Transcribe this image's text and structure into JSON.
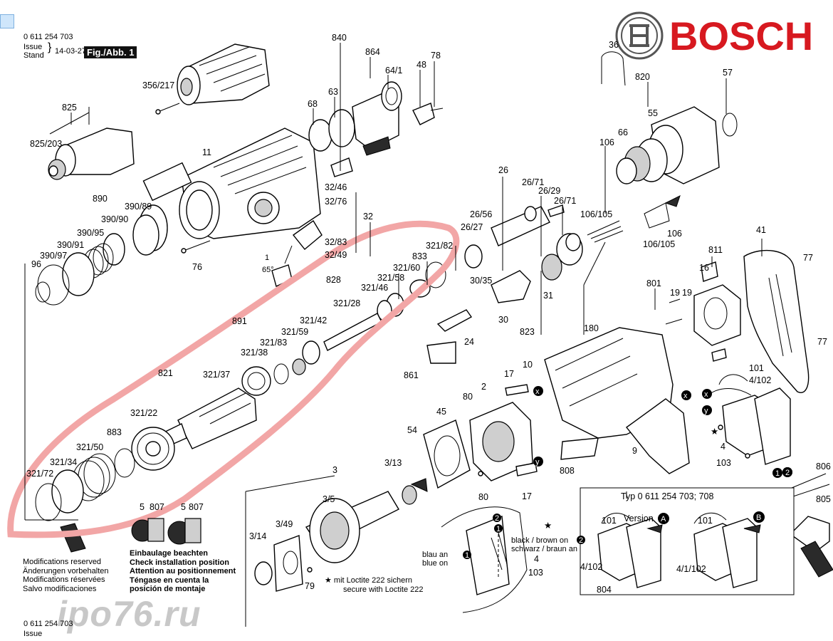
{
  "header": {
    "part_number": "0 611 254 703",
    "issue_label_1": "Issue",
    "issue_label_2": "Stand",
    "issue_date": "14-03-27",
    "figure_label": "Fig./Abb. 1",
    "footer_part_number": "0 611 254 703",
    "footer_issue": "Issue"
  },
  "brand": {
    "name": "BOSCH",
    "color": "#d71920"
  },
  "watermark": "ipo76.ru",
  "highlight_color": "#f2a6a6",
  "part_labels": {
    "p840": "840",
    "p864": "864",
    "p64_1": "64/1",
    "p48": "48",
    "p78": "78",
    "p356_217": "356/217",
    "p68": "68",
    "p63": "63",
    "p825": "825",
    "p825_203": "825/203",
    "p11": "11",
    "p890": "890",
    "p390_89": "390/89",
    "p390_90": "390/90",
    "p390_95": "390/95",
    "p390_91": "390/91",
    "p390_97": "390/97",
    "p96": "96",
    "p32_46": "32/46",
    "p32_76": "32/76",
    "p32": "32",
    "p32_83": "32/83",
    "p32_49": "32/49",
    "p76": "76",
    "p65deg": "65°",
    "p1": "1",
    "p828": "828",
    "p321_82": "321/82",
    "p833": "833",
    "p321_60": "321/60",
    "p321_58": "321/58",
    "p321_46": "321/46",
    "p321_28": "321/28",
    "p321_42": "321/42",
    "p891": "891",
    "p321_59": "321/59",
    "p321_83": "321/83",
    "p321_38": "321/38",
    "p821": "821",
    "p321_37": "321/37",
    "p321_22": "321/22",
    "p883": "883",
    "p321_50": "321/50",
    "p321_34": "321/34",
    "p321_72": "321/72",
    "p5a": "5",
    "p807a": "807",
    "p5b": "5",
    "p807b": "807",
    "p26": "26",
    "p26_71a": "26/71",
    "p26_29": "26/29",
    "p26_71b": "26/71",
    "p26_56": "26/56",
    "p26_27": "26/27",
    "p30_35": "30/35",
    "p30": "30",
    "p31": "31",
    "p823": "823",
    "p24": "24",
    "p861": "861",
    "p3": "3",
    "p3_13": "3/13",
    "p54": "54",
    "p3_5": "3/5",
    "p3_49": "3/49",
    "p3_14": "3/14",
    "p79": "79",
    "p45": "45",
    "p80a": "80",
    "p2": "2",
    "p80b": "80",
    "p17a": "17",
    "p17b": "17",
    "p10": "10",
    "p180": "180",
    "p808": "808",
    "p9": "9",
    "p36": "36",
    "p820": "820",
    "p57": "57",
    "p55": "55",
    "p66": "66",
    "p106a": "106",
    "p106_105a": "106/105",
    "p106b": "106",
    "p106_105b": "106/105",
    "p41": "41",
    "p77a": "77",
    "p811": "811",
    "p16": "16",
    "p801": "801",
    "p19a": "19",
    "p19b": "19",
    "p77b": "77",
    "p101": "101",
    "p4_102": "4/102",
    "p4": "4",
    "p103": "103",
    "p806": "806",
    "p805": "805",
    "x1": "x",
    "x2": "x",
    "x3": "x",
    "y1": "y",
    "y2": "y",
    "y3": "y",
    "n1": "1",
    "n2": "2"
  },
  "inset": {
    "title": "Typ 0 611 254 703; 708",
    "version_label": "Version",
    "version_a": "A",
    "version_b": "B",
    "left_101": "101",
    "left_4_102": "4/102",
    "left_804": "804",
    "right_101": "101",
    "right_4_1_102": "4/1/102"
  },
  "wiring_note": {
    "black_brown_en": "black / brown on",
    "black_brown_de": "schwarz / braun an",
    "blue_de": "blau an",
    "blue_en": "blue on",
    "num_1": "1",
    "num_2": "2",
    "num_4": "4",
    "num_103": "103"
  },
  "notes": {
    "modifications": [
      "Modifications reserved",
      "Änderungen vorbehalten",
      "Modifications réservées",
      "Salvo modificaciones"
    ],
    "installation": [
      "Einbaulage beachten",
      "Check installation position",
      "Attention au positionnement",
      "Téngase en cuenta la",
      "posición de montaje"
    ],
    "loctite": [
      "★ mit Loctite 222 sichern",
      "secure with Loctite 222"
    ]
  }
}
